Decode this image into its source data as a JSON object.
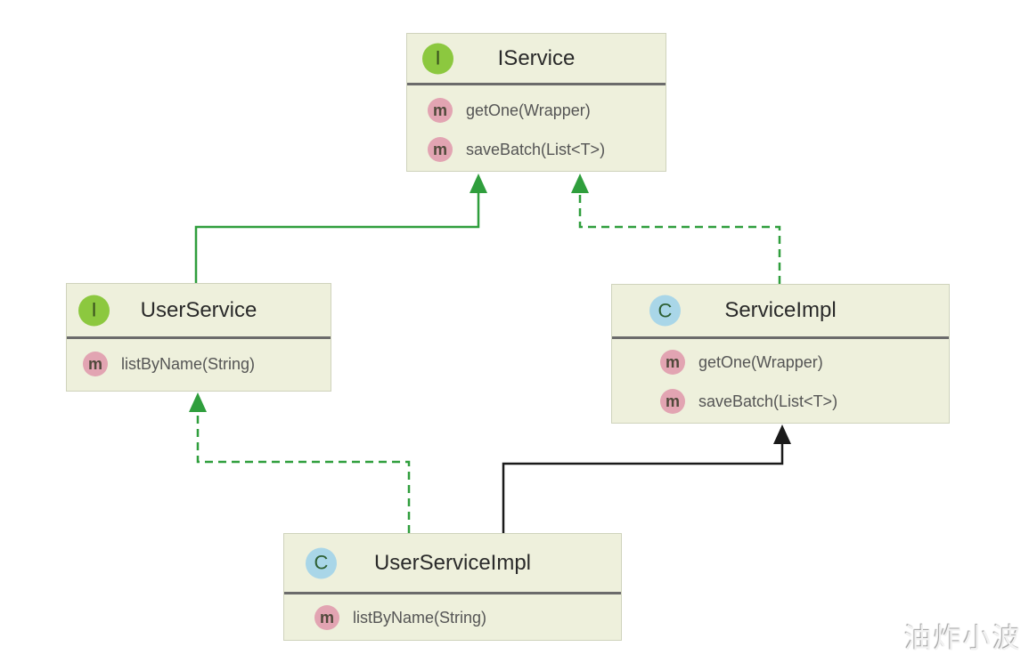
{
  "diagram": {
    "type": "uml-class-diagram",
    "classes": [
      {
        "id": "iservice",
        "kind": "interface",
        "badge": "I",
        "name": "IService",
        "methods": [
          "getOne(Wrapper)",
          "saveBatch(List<T>)"
        ]
      },
      {
        "id": "userservice",
        "kind": "interface",
        "badge": "I",
        "name": "UserService",
        "methods": [
          "listByName(String)"
        ]
      },
      {
        "id": "serviceimpl",
        "kind": "class",
        "badge": "C",
        "name": "ServiceImpl",
        "methods": [
          "getOne(Wrapper)",
          "saveBatch(List<T>)"
        ]
      },
      {
        "id": "userserviceimpl",
        "kind": "class",
        "badge": "C",
        "name": "UserServiceImpl",
        "methods": [
          "listByName(String)"
        ]
      }
    ],
    "method_badge": "m",
    "relations": [
      {
        "from": "UserService",
        "to": "IService",
        "line": "solid",
        "color": "#2f9e3c",
        "arrowhead": "filled-triangle"
      },
      {
        "from": "ServiceImpl",
        "to": "IService",
        "line": "dashed",
        "color": "#2f9e3c",
        "arrowhead": "filled-triangle"
      },
      {
        "from": "UserServiceImpl",
        "to": "UserService",
        "line": "dashed",
        "color": "#2f9e3c",
        "arrowhead": "filled-triangle"
      },
      {
        "from": "UserServiceImpl",
        "to": "ServiceImpl",
        "line": "solid",
        "color": "#1a1a1a",
        "arrowhead": "filled-triangle"
      }
    ],
    "colors": {
      "box_fill": "#eef0dc",
      "box_border": "#cfd3bc",
      "divider": "#6b6b6b",
      "interface_badge": "#8cc83f",
      "class_badge": "#a9d6e8",
      "method_badge": "#e2a4b2",
      "green_arrow": "#2f9e3c",
      "black_arrow": "#1a1a1a",
      "title_text": "#2a2a2a",
      "method_text": "#555555"
    },
    "watermark": "油炸小波"
  }
}
